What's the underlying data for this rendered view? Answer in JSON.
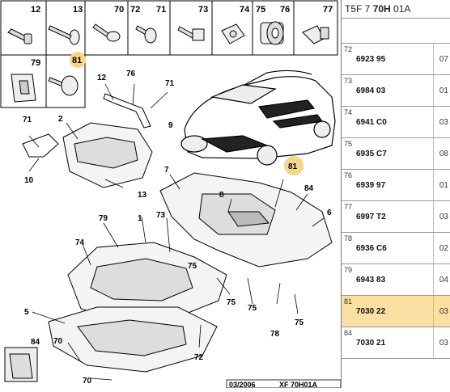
{
  "header": {
    "prefix": "T5F 7 ",
    "bold": "70H",
    "suffix": " 01A"
  },
  "parts_grid": {
    "row1": [
      "12",
      "13",
      "70",
      "72",
      "71",
      "73",
      "74",
      "75",
      "76",
      "77"
    ],
    "row2": [
      "79",
      "81"
    ]
  },
  "callouts": {
    "c1": "1",
    "c2": "2",
    "c5": "5",
    "c6": "6",
    "c7": "7",
    "c8": "8",
    "c9": "9",
    "c10": "10",
    "c12": "12",
    "c13": "13",
    "c70a": "70",
    "c70b": "70",
    "c71a": "71",
    "c71b": "71",
    "c72": "72",
    "c73": "73",
    "c74": "74",
    "c75a": "75",
    "c75b": "75",
    "c75c": "75",
    "c75d": "75",
    "c76": "76",
    "c78": "78",
    "c79": "79",
    "c81": "81",
    "c84a": "84",
    "c84b": "84"
  },
  "footer": {
    "date": "03/2006",
    "code": "XF 70H01A"
  },
  "parts_list": [
    {
      "index": "72",
      "ref": "6923 95",
      "qty": "07",
      "selected": false
    },
    {
      "index": "73",
      "ref": "6984 03",
      "qty": "01",
      "selected": false
    },
    {
      "index": "74",
      "ref": "6941 C0",
      "qty": "03",
      "selected": false
    },
    {
      "index": "75",
      "ref": "6935 C7",
      "qty": "08",
      "selected": false
    },
    {
      "index": "76",
      "ref": "6939 97",
      "qty": "01",
      "selected": false
    },
    {
      "index": "77",
      "ref": "6997 T2",
      "qty": "03",
      "selected": false
    },
    {
      "index": "78",
      "ref": "6936 C6",
      "qty": "02",
      "selected": false
    },
    {
      "index": "79",
      "ref": "6943 83",
      "qty": "04",
      "selected": false
    },
    {
      "index": "81",
      "ref": "7030 22",
      "qty": "03",
      "selected": true
    },
    {
      "index": "84",
      "ref": "7030 21",
      "qty": "03",
      "selected": false
    }
  ],
  "colors": {
    "highlight": "#f7d58a",
    "selected_row": "#fbdfa3"
  }
}
